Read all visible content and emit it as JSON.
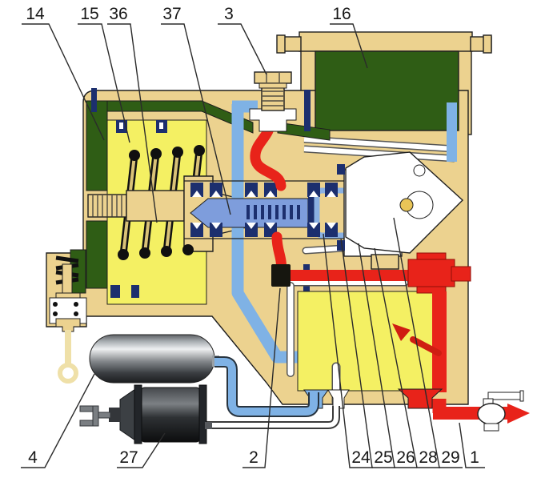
{
  "figure": {
    "description": "Color cross-section diagram of a pneumatic brake control valve with air filter, large piston spring, spool valve, roller-cam follower, air reservoir, brake chamber, drain valve with pull ring, red pressure line with shut-off cock and blue supply line",
    "callouts": {
      "top": [
        {
          "num": "14"
        },
        {
          "num": "15"
        },
        {
          "num": "36"
        },
        {
          "num": "37"
        },
        {
          "num": "3"
        },
        {
          "num": "16"
        }
      ],
      "bottom": [
        {
          "num": "4"
        },
        {
          "num": "27"
        },
        {
          "num": "2"
        },
        {
          "num": "24"
        },
        {
          "num": "25"
        },
        {
          "num": "26"
        },
        {
          "num": "28"
        },
        {
          "num": "29"
        },
        {
          "num": "1"
        }
      ]
    },
    "colors": {
      "body_tan": "#ecd28f",
      "chamber_yellow": "#f4f063",
      "filter_green": "#2f5d15",
      "seal_navy": "#1c2f6e",
      "air_blue": "#7fb2e5",
      "pressure_red": "#e8231a",
      "pull_ring_cream": "#efe0a8",
      "outline": "#1f1f1f"
    }
  }
}
